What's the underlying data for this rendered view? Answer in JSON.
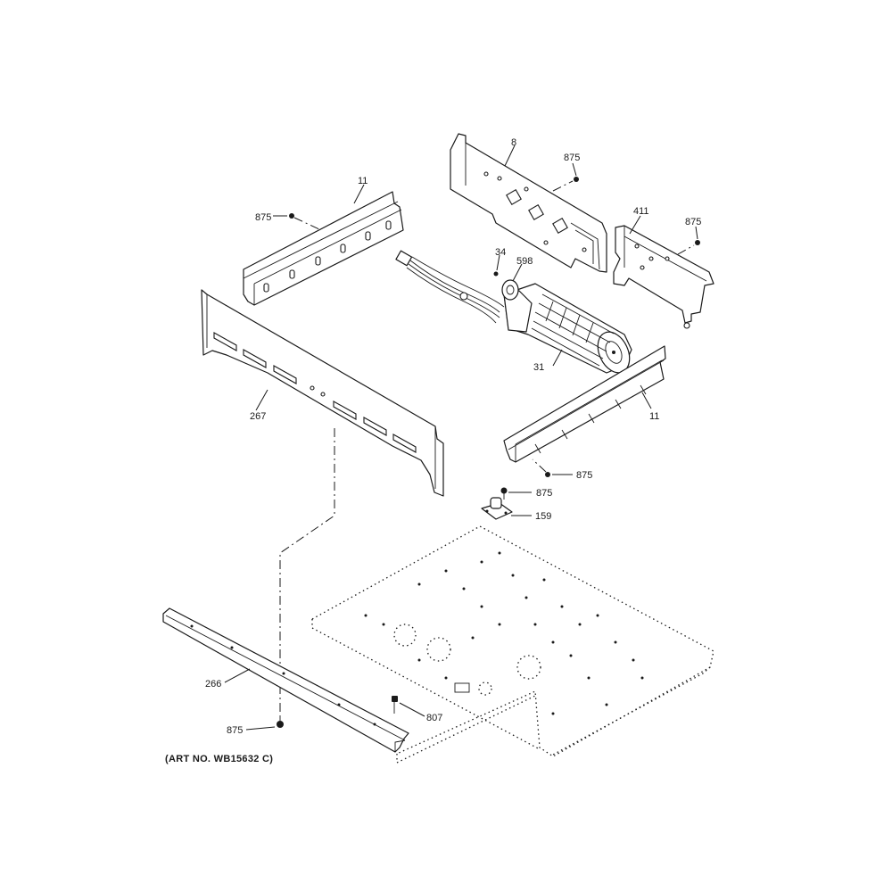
{
  "callouts": {
    "p8": "8",
    "p875_top": "875",
    "p11_left": "11",
    "p875_left": "875",
    "p411": "411",
    "p875_right": "875",
    "p34": "34",
    "p598": "598",
    "p31": "31",
    "p267": "267",
    "p11_right": "11",
    "p875_mid": "875",
    "p875_thermostat": "875",
    "p159": "159",
    "p266": "266",
    "p807": "807",
    "p875_bottom": "875"
  },
  "art_number": "(ART NO. WB15632 C)"
}
